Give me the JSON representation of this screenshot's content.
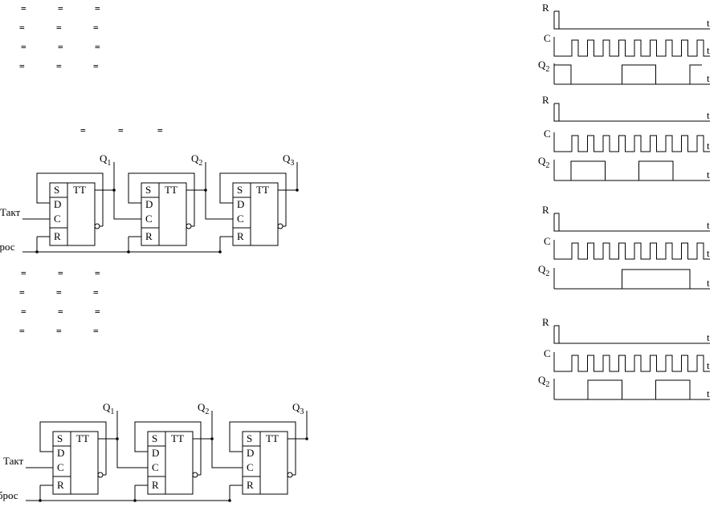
{
  "eq_rows_top": [
    [
      "=",
      "=",
      "="
    ],
    [
      "=",
      "=",
      "="
    ],
    [
      "=",
      "=",
      "="
    ],
    [
      "=",
      "=",
      "="
    ]
  ],
  "eq_row_mid": [
    "=",
    "=",
    "="
  ],
  "eq_rows_bottom": [
    [
      "=",
      "=",
      "="
    ],
    [
      "=",
      "=",
      "="
    ],
    [
      "=",
      "=",
      "="
    ],
    [
      "=",
      "=",
      "="
    ]
  ],
  "circuit": {
    "trigger_type": "TT",
    "pins": [
      "S",
      "D",
      "C",
      "R"
    ],
    "outputs": [
      {
        "letter": "Q",
        "index": "1"
      },
      {
        "letter": "Q",
        "index": "2"
      },
      {
        "letter": "Q",
        "index": "3"
      }
    ],
    "clock_label": "Такт",
    "reset_label": "Сброс"
  },
  "timing": {
    "signal_R": "R",
    "signal_C": "C",
    "signal_Q": "Q",
    "signal_Q_index": "2",
    "time_label": "t",
    "clock_pulses": 9,
    "diagrams": [
      {
        "q2_levels": [
          1,
          0,
          0,
          0,
          1,
          1,
          0,
          0,
          1
        ],
        "q2_start_high": true
      },
      {
        "q2_levels": [
          0,
          1,
          1,
          0,
          0,
          1,
          1,
          0,
          0
        ],
        "q2_start_high": false
      },
      {
        "q2_levels": [
          0,
          0,
          0,
          0,
          1,
          1,
          1,
          1,
          0
        ],
        "q2_start_high": false
      },
      {
        "q2_levels": [
          0,
          0,
          1,
          1,
          0,
          0,
          1,
          1,
          0
        ],
        "q2_start_high": false
      }
    ]
  }
}
